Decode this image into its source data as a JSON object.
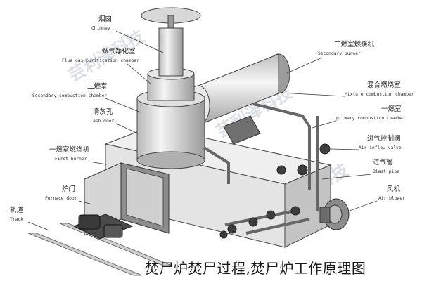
{
  "labels": {
    "chimney": {
      "cn": "烟囱",
      "en": "Chimney"
    },
    "flue_gas": {
      "cn": "烟气净化室",
      "en": "Flue gas purification chamber"
    },
    "secondary_chamber": {
      "cn": "二燃室",
      "en": "Secondary combustion chamber"
    },
    "ash_door": {
      "cn": "清灰孔",
      "en": "ash door"
    },
    "first_burner": {
      "cn": "一燃室燃烧机",
      "en": "First burner"
    },
    "furnace_door": {
      "cn": "炉门",
      "en": "Furnace door"
    },
    "track": {
      "cn": "轨道",
      "en": "Track"
    },
    "secondary_burner": {
      "cn": "二燃室燃烧机",
      "en": "Secondary burner"
    },
    "mixture_chamber": {
      "cn": "混合燃烧室",
      "en": "Mixture combustion chamber"
    },
    "primary_chamber": {
      "cn": "一燃室",
      "en": "primary combustion chamber"
    },
    "air_inflow_valve": {
      "cn": "进气控制阀",
      "en": "Air inflow valve"
    },
    "blast_pipe": {
      "cn": "进气管",
      "en": "Blast pipe"
    },
    "air_blower": {
      "cn": "风机",
      "en": "Air blower"
    }
  },
  "caption": "焚尸炉焚尸过程,焚尸炉工作原理图",
  "watermark": "芸利泽科技",
  "colors": {
    "metal": "#dcdcdc",
    "shade": "#9c9c9c",
    "dark": "#555555",
    "line": "#444444"
  }
}
